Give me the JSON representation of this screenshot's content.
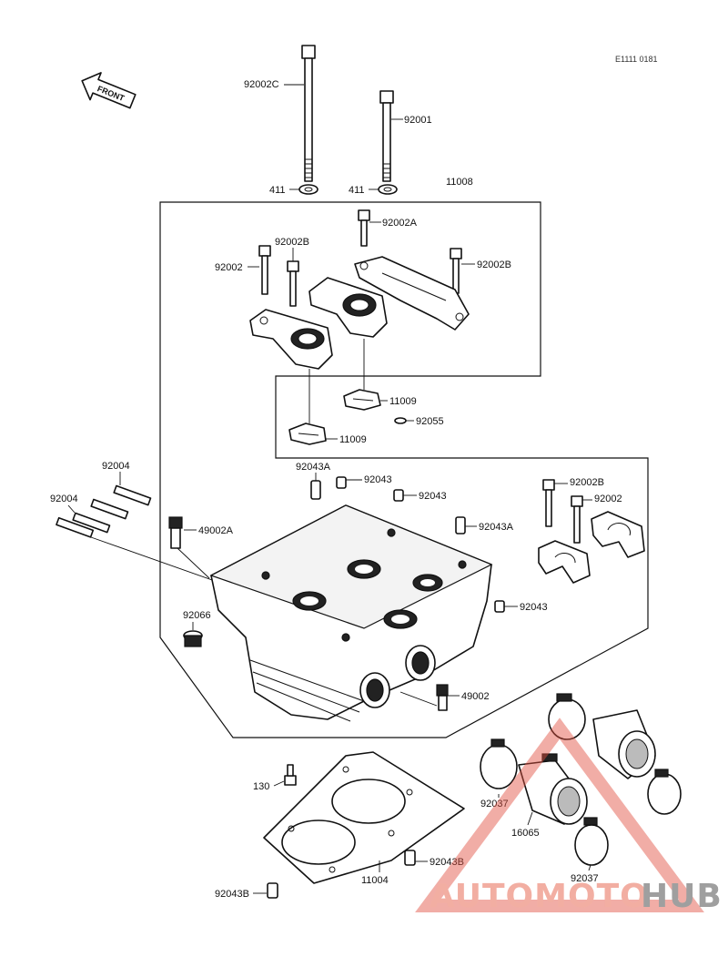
{
  "diagram": {
    "code": "E1111 0181",
    "front_label": "FRONT",
    "labels": {
      "l92002C": "92002C",
      "l92001": "92001",
      "l411a": "411",
      "l411b": "411",
      "l11008": "11008",
      "l92002A": "92002A",
      "l92002_top": "92002",
      "l92002B_a": "92002B",
      "l92002B_b": "92002B",
      "l11009a": "11009",
      "l11009b": "11009",
      "l92055": "92055",
      "l92004a": "92004",
      "l92004b": "92004",
      "l92043A_a": "92043A",
      "l92043_a": "92043",
      "l92043_b": "92043",
      "l92043A_b": "92043A",
      "l92002B_r": "92002B",
      "l92002_r": "92002",
      "l49002A": "49002A",
      "l92043_c": "92043",
      "l92066": "92066",
      "l49002": "49002",
      "l130": "130",
      "l92037a": "92037",
      "l16065": "16065",
      "l92037b": "92037",
      "l92043B_a": "92043B",
      "l11004": "11004",
      "l92043B_b": "92043B"
    }
  },
  "watermark": {
    "part1": "AUTOMOTO",
    "part2": "HUB",
    "color1": "#f0a092",
    "color2": "#8f8f8f",
    "triangle_color": "#e05040"
  }
}
